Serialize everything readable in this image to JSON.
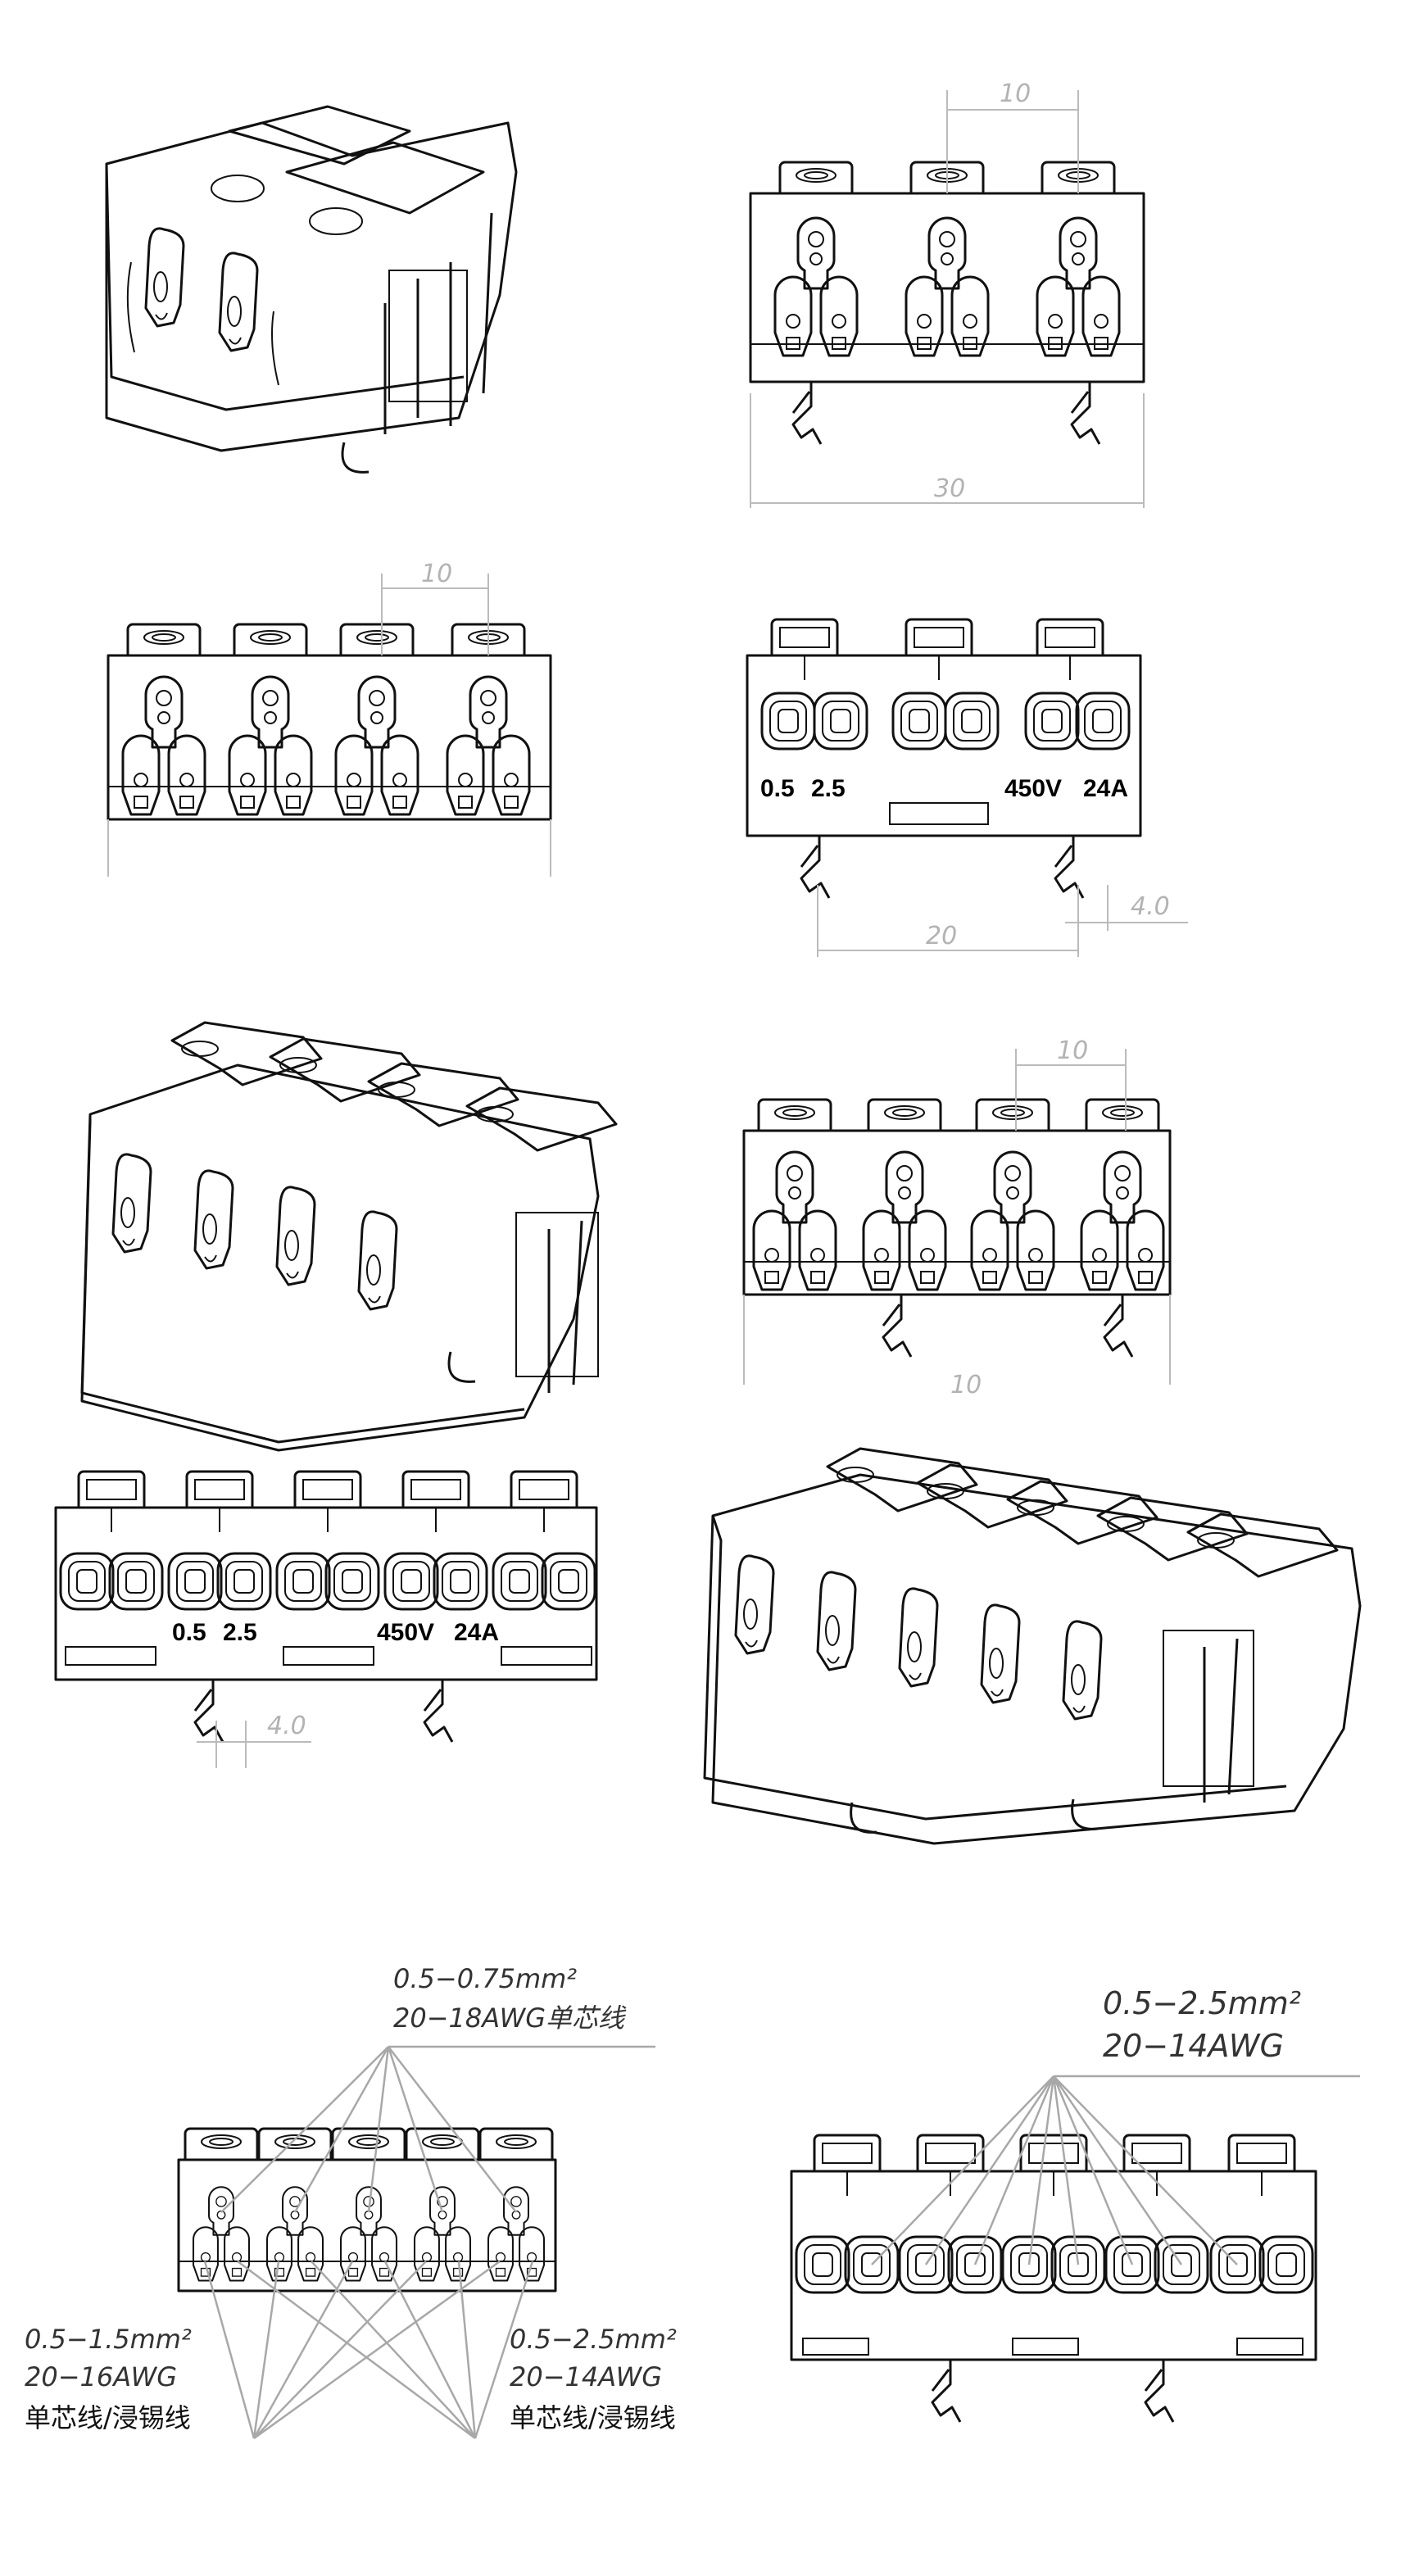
{
  "dimensions": {
    "pitch": "10",
    "overall_width": "30",
    "rail_pitch": "20",
    "latch_offset": "4.0",
    "partial_label": "10"
  },
  "markings": {
    "wire_range": "0.5",
    "wire_range_2": "2.5",
    "rating_voltage": "450V",
    "rating_current": "24A",
    "square_sup": "²"
  },
  "wire_specs": {
    "top": {
      "range": "0.5−0.75mm²",
      "awg": "20−18AWG单芯线"
    },
    "left": {
      "range": "0.5−1.5mm²",
      "awg": "20−16AWG",
      "type": "单芯线/浸锡线"
    },
    "right": {
      "range": "0.5−2.5mm²",
      "awg": "20−14AWG",
      "type": "单芯线/浸锡线"
    },
    "far_right": {
      "range": "0.5−2.5mm²",
      "awg": "20−14AWG"
    }
  }
}
